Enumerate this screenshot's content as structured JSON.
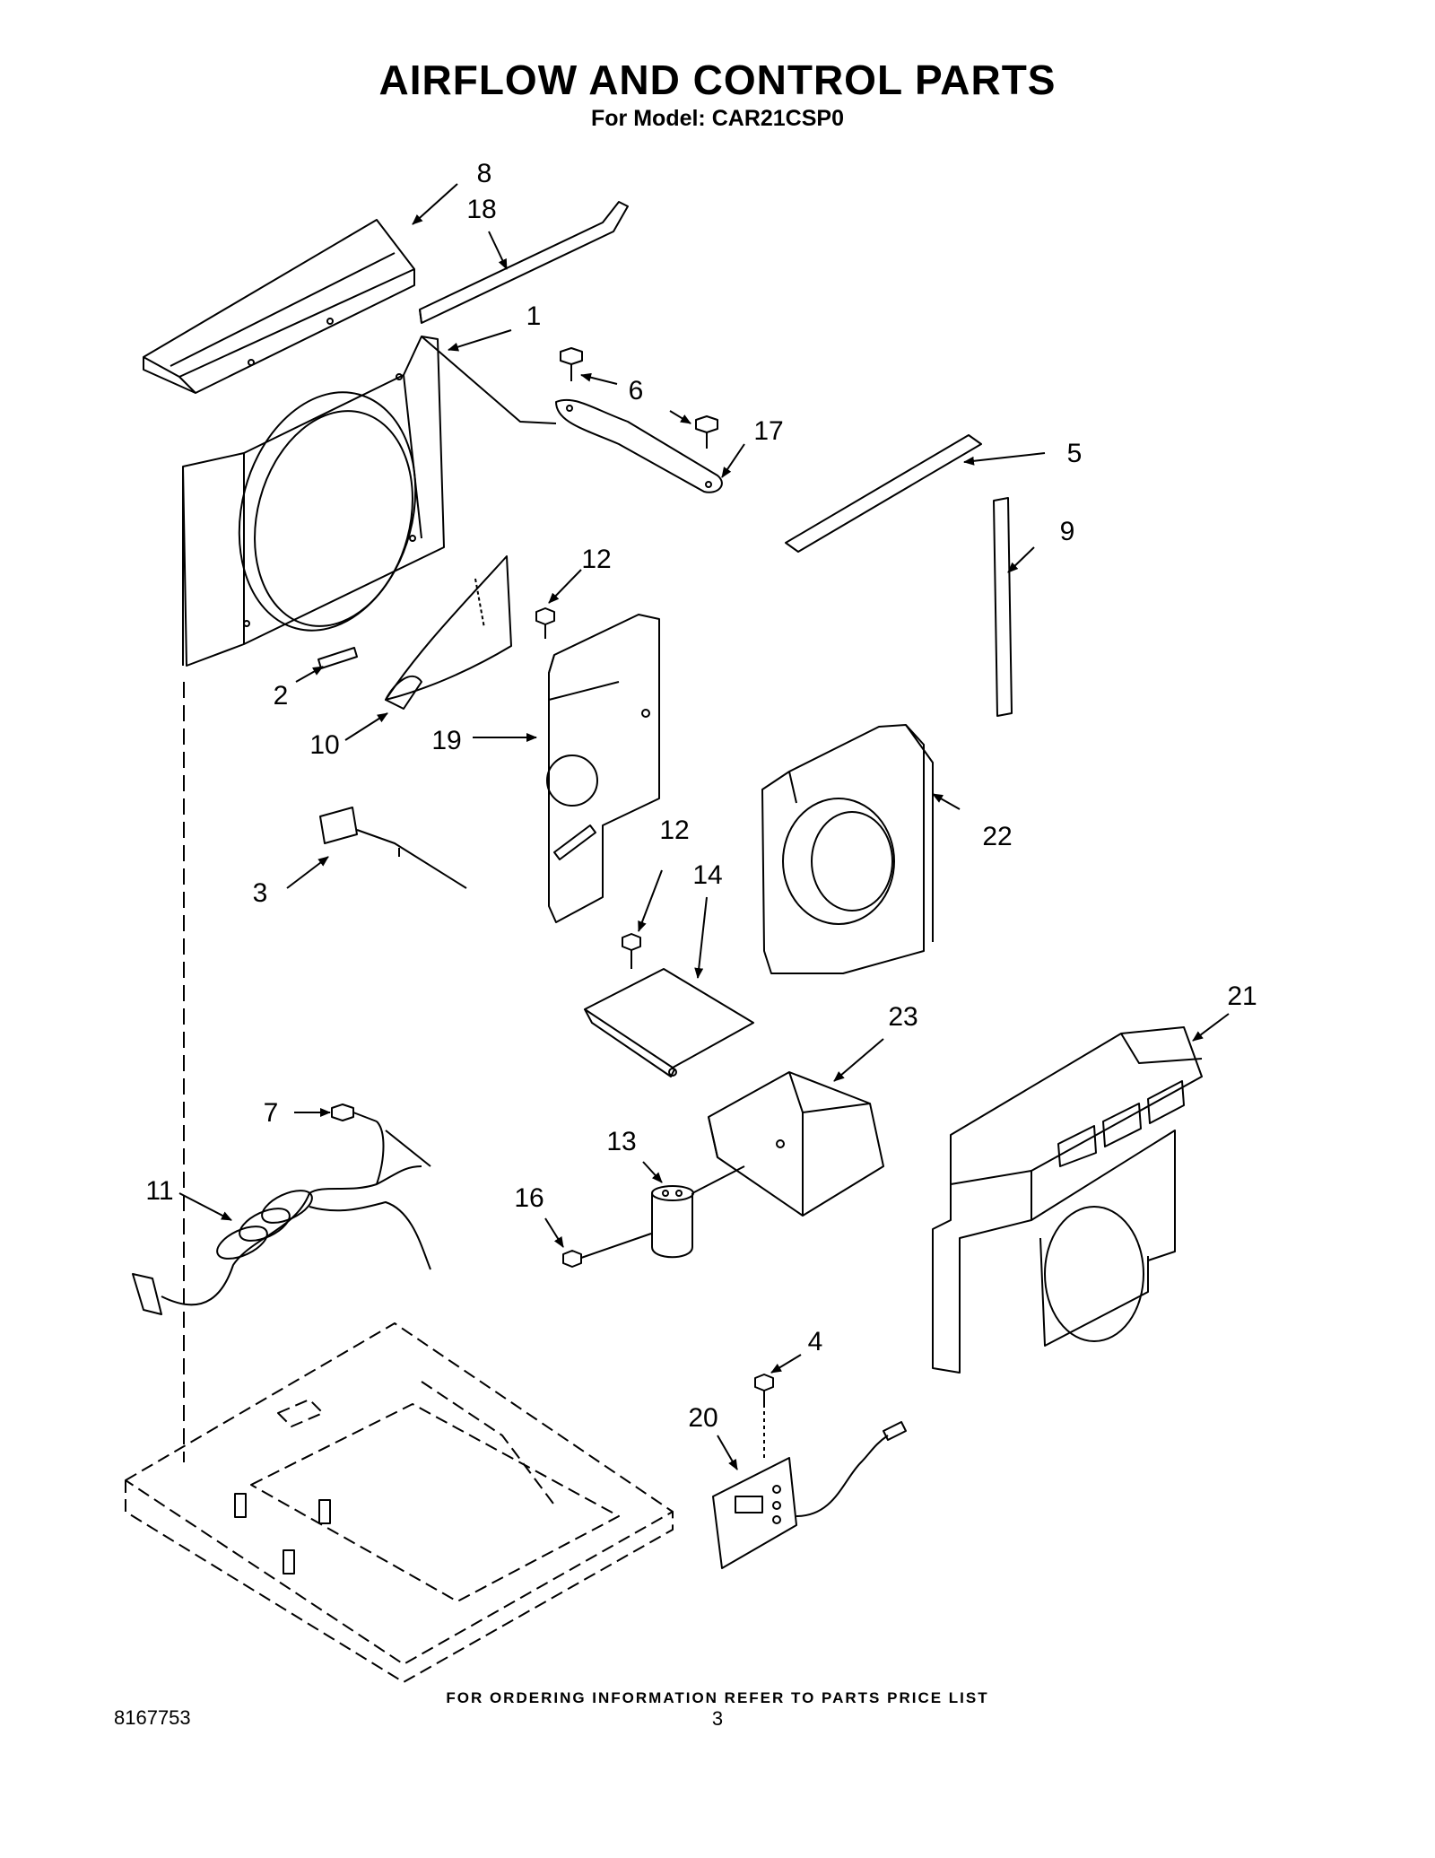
{
  "header": {
    "title": "AIRFLOW AND CONTROL PARTS",
    "subtitle": "For Model: CAR21CSP0"
  },
  "footer": {
    "note": "FOR ORDERING INFORMATION REFER TO PARTS PRICE LIST",
    "doc_number": "8167753",
    "page_number": "3"
  },
  "callouts": {
    "c1": "1",
    "c2": "2",
    "c3": "3",
    "c4": "4",
    "c5": "5",
    "c6": "6",
    "c7": "7",
    "c8": "8",
    "c9": "9",
    "c10": "10",
    "c11": "11",
    "c12a": "12",
    "c12b": "12",
    "c13": "13",
    "c14": "14",
    "c16": "16",
    "c17": "17",
    "c18": "18",
    "c19": "19",
    "c20": "20",
    "c21": "21",
    "c22": "22",
    "c23": "23"
  }
}
